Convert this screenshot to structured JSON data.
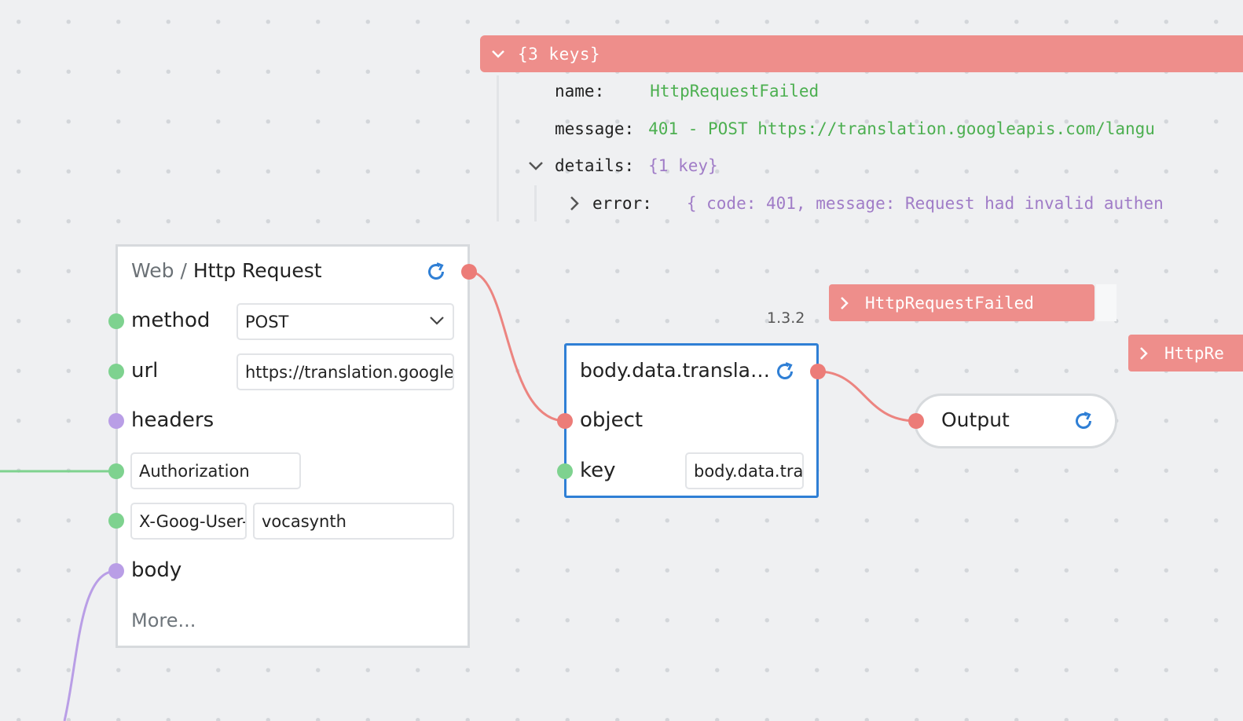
{
  "inspector": {
    "header": "{3 keys}",
    "rows": [
      {
        "key": "name:",
        "value": "HttpRequestFailed"
      },
      {
        "key": "message:",
        "value": "401 - POST https://translation.googleapis.com/langu"
      },
      {
        "key": "details:",
        "value": "{1 key}"
      },
      {
        "key": "error:",
        "value": "{ code: 401, message: Request had invalid authen"
      }
    ]
  },
  "http_node": {
    "crumb": "Web /",
    "title": "Http Request",
    "ports": {
      "method": "method",
      "url": "url",
      "headers": "headers",
      "body": "body"
    },
    "method_value": "POST",
    "url_value": "https://translation.google",
    "header_rows": [
      {
        "key": "Authorization",
        "value": ""
      },
      {
        "key": "X-Goog-User-",
        "value": "vocasynth"
      }
    ],
    "more": "More..."
  },
  "transform_node": {
    "title": "body.data.transla…",
    "object_label": "object",
    "key_label": "key",
    "key_value": "body.data.tra"
  },
  "version": "1.3.2",
  "output_node": {
    "label": "Output"
  },
  "error_tags": [
    "HttpRequestFailed",
    "HttpRe"
  ],
  "colors": {
    "error": "#ee8e8b",
    "string": "#4caf50",
    "object": "#a07cc7",
    "accent": "#2f7fd5",
    "port_green": "#7ed28f",
    "port_purple": "#b99ee6",
    "port_red": "#ec7c78"
  },
  "icons": [
    "chevron-down-icon",
    "chevron-right-icon",
    "refresh-icon"
  ]
}
